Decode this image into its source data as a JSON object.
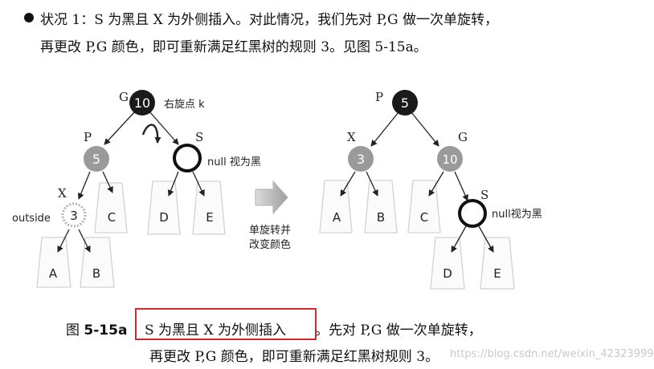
{
  "intro": {
    "line1": "状况 1：S 为黑且 X 为外侧插入。对此情况，我们先对 P,G 做一次单旋转，",
    "line2": "再更改 P,G 颜色，即可重新满足红黑树的规则 3。见图 5-15a。"
  },
  "diagram": {
    "left": {
      "G": {
        "letter": "G",
        "value": "10",
        "note": "右旋点 k"
      },
      "P": {
        "letter": "P",
        "value": "5"
      },
      "S": {
        "letter": "S",
        "note": "null 视为黑"
      },
      "X": {
        "letter": "X",
        "value": "3",
        "note": "outside"
      },
      "subtrees": [
        "A",
        "B",
        "C",
        "D",
        "E"
      ]
    },
    "arrow_label": [
      "单旋转并",
      "改变颜色"
    ],
    "right": {
      "P": {
        "letter": "P",
        "value": "5"
      },
      "X": {
        "letter": "X",
        "value": "3"
      },
      "G": {
        "letter": "G",
        "value": "10"
      },
      "S": {
        "letter": "S",
        "note": "null视为黑"
      },
      "subtrees": [
        "A",
        "B",
        "C",
        "D",
        "E"
      ]
    }
  },
  "caption": {
    "prefix": "图",
    "figure": "5-15a",
    "highlight": "S 为黑且 X 为外侧插入",
    "rest1": "。先对 P,G 做一次单旋转，",
    "line2": "再更改 P,G 颜色，即可重新满足红黑树规则 3。"
  },
  "watermark": "https://blog.csdn.net/weixin_42323999",
  "colors": {
    "black_node": "#1a1a1a",
    "red_node": "#9a9a9a",
    "highlight_border": "#d8262f"
  }
}
